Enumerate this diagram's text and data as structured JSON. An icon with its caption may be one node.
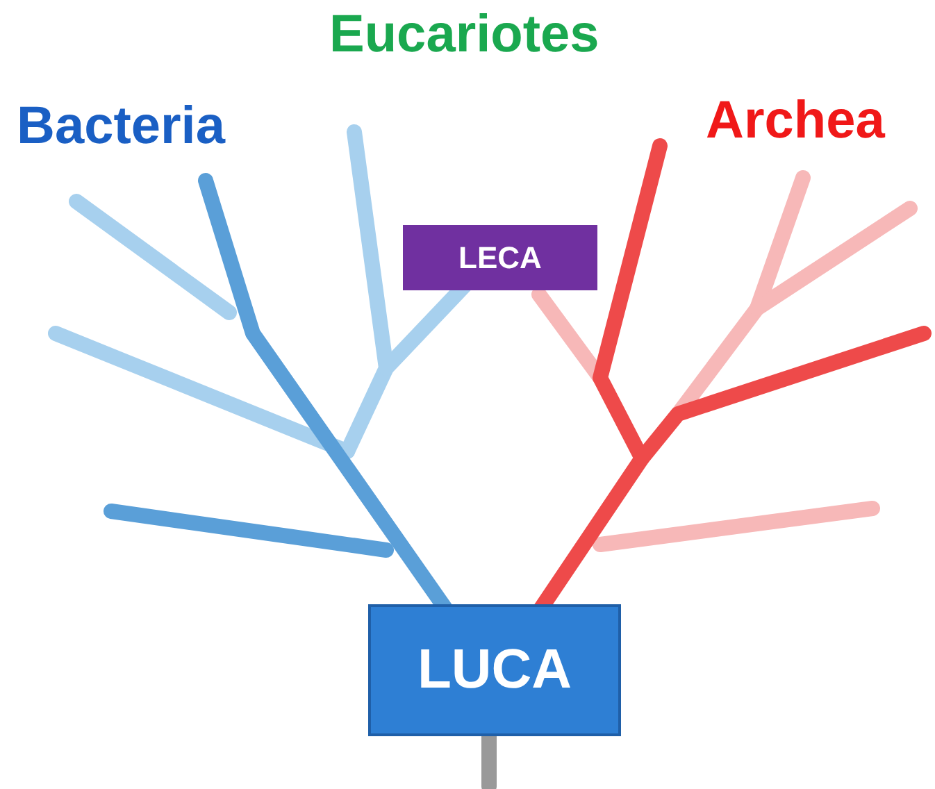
{
  "diagram": {
    "nodes": [
      {
        "text": [
          "LECA"
        ]
      },
      {
        "text": [
          "LUCA"
        ]
      }
    ],
    "labels": [
      "Eucariotes",
      "Bacteria",
      "Archea"
    ]
  }
}
